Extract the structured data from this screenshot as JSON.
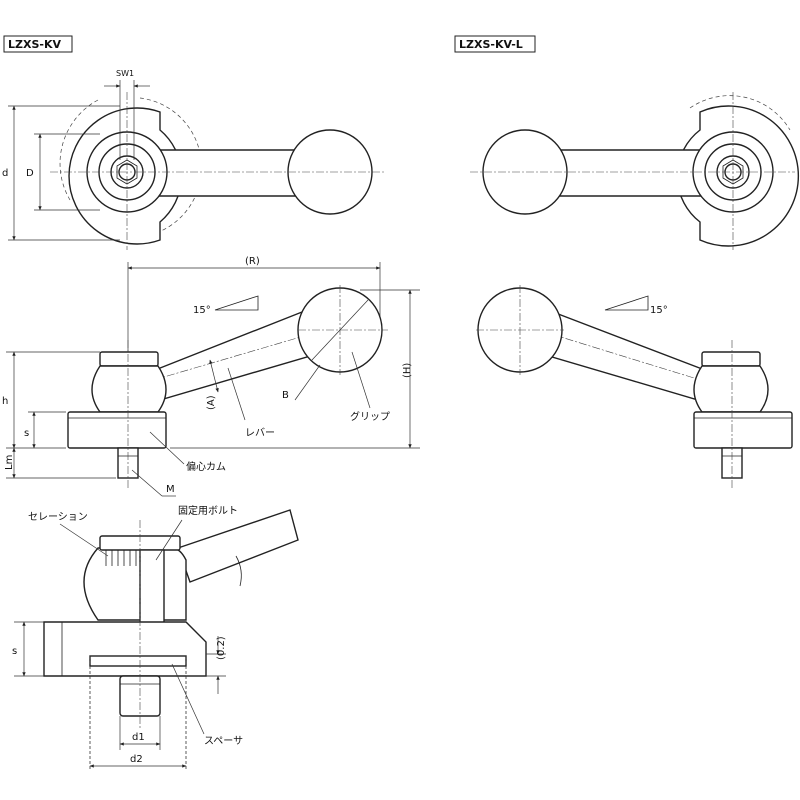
{
  "models": {
    "left": "LZXS-KV",
    "right": "LZXS-KV-L"
  },
  "dimensions": {
    "sw1": "SW1",
    "d": "d",
    "D": "D",
    "R": "(R)",
    "H": "(H)",
    "A": "(A)",
    "B": "B",
    "h": "h",
    "s": "s",
    "Lm": "Lm",
    "M": "M",
    "angle": "15°",
    "gap": "(0.2)",
    "d1": "d1",
    "d2": "d2"
  },
  "parts": {
    "lever": "レバー",
    "grip": "グリップ",
    "cam": "偏心カム",
    "serration": "セレーション",
    "bolt": "固定用ボルト",
    "spacer": "スペーサ"
  }
}
